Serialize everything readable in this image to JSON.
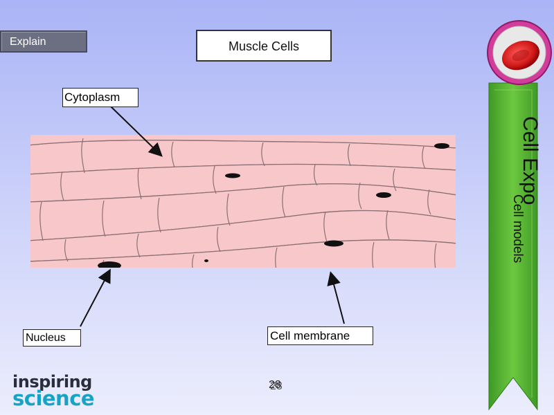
{
  "header": {
    "tab_label": "Explain",
    "title": "Muscle Cells"
  },
  "labels": {
    "cytoplasm": "Cytoplasm",
    "nucleus": "Nucleus",
    "cell_membrane": "Cell membrane"
  },
  "ribbon": {
    "title": "Cell Expo",
    "subtitle": "Cell models",
    "color": "#4caf2f",
    "badge_color": "#c0278a"
  },
  "footer": {
    "slide_number_a": "28",
    "slide_number_b": "28",
    "logo_line1": "inspiring",
    "logo_line2": "science"
  },
  "colors": {
    "cell_fill": "#f8c2c6",
    "cell_line": "#8a6f72",
    "nucleus": "#111111"
  }
}
